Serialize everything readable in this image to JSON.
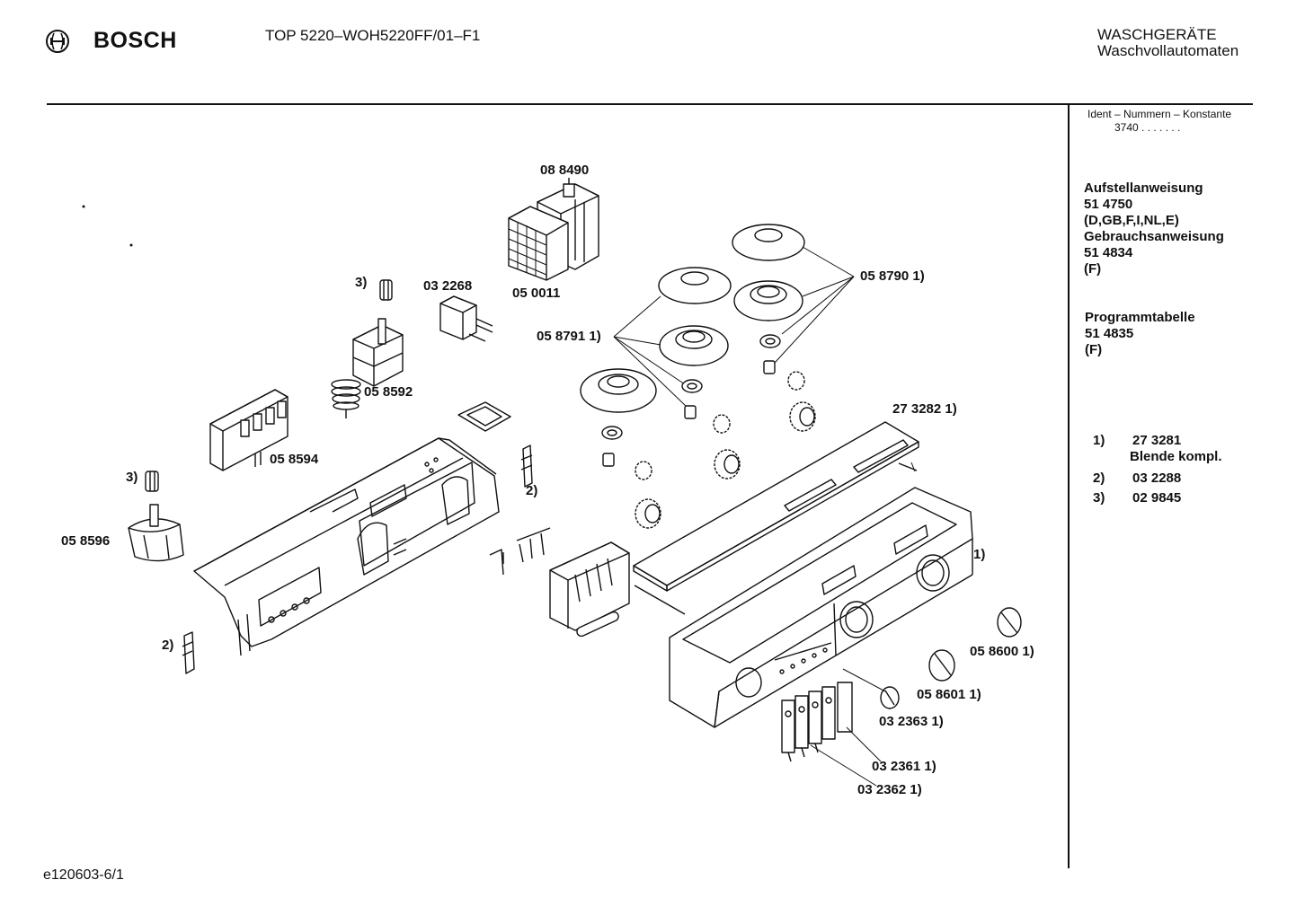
{
  "header": {
    "brand": "BOSCH",
    "model": "TOP 5220–WOH5220FF/01–F1",
    "category_line1": "WASCHGERÄTE",
    "category_line2": "Waschvollautomaten"
  },
  "sidebar": {
    "ident_heading": "Ident – Nummern – Konstante",
    "ident_value": "3740 .   .   .   .   .   .          .",
    "docs": [
      "Aufstellanweisung",
      "51 4750",
      "(D,GB,F,I,NL,E)",
      "Gebrauchsanweisung",
      "51 4834",
      "(F)"
    ],
    "program": [
      "Programmtabelle",
      "51 4835",
      "(F)"
    ],
    "footnotes": [
      {
        "num": "1)",
        "text": "27 3281",
        "text2": "Blende kompl."
      },
      {
        "num": "2)",
        "text": "03 2288"
      },
      {
        "num": "3)",
        "text": "02 9845"
      }
    ]
  },
  "parts": {
    "p088490": "08 8490",
    "p050011": "05 0011",
    "p032268": "03 2268",
    "fn3a": "3)",
    "p058592": "05 8592",
    "p058594": "05 8594",
    "fn3b": "3)",
    "p058596": "05 8596",
    "fn2a": "2)",
    "fn2b": "2)",
    "p058790": "05 8790 1)",
    "p058791": "05 8791 1)",
    "p273282": "27 3282  1)",
    "fn1": "1)",
    "p058600": "05 8600 1)",
    "p058601": "05 8601 1)",
    "p032363": "03 2363 1)",
    "p032361": "03 2361 1)",
    "p032362": "03 2362 1)"
  },
  "footer": {
    "drawing_id": "e120603-6/1"
  }
}
